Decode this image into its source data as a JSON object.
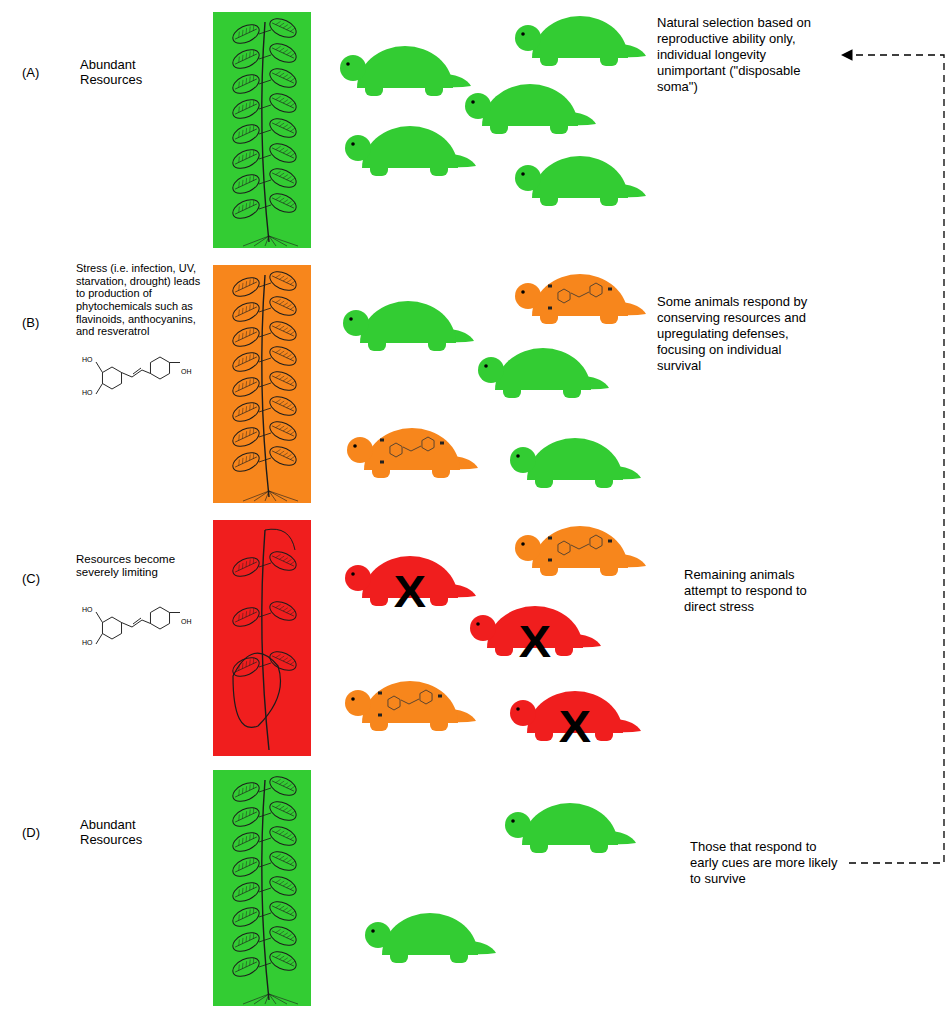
{
  "diagram": {
    "nodes": [
      {
        "text": [
          "Natural selection based on reproductive ability only, individual longevity unimportant (\"disposable soma\")"
        ]
      },
      {
        "text": [
          "Some animals respond by conserving resources and upregulating defenses, focusing on individual survival"
        ]
      },
      {
        "text": [
          "Remaining animals attempt to respond to direct stress"
        ]
      },
      {
        "text": [
          "Those that respond to early cues are more likely to survive"
        ]
      }
    ],
    "edges": [
      {
        "from": 3,
        "to": 0,
        "arrow": "to"
      }
    ],
    "labels": [
      "(A)",
      "Abundant Resources",
      "(B)",
      "Stress (i.e. infection, UV, starvation, drought) leads to production of phytochemicals such as flavinoids, anthocyanins, and resveratrol",
      "HO",
      "HO",
      "OH",
      "(C)",
      "Resources become severely limiting",
      "HO",
      "HO",
      "OH",
      "X",
      "X",
      "X",
      "(D)",
      "Abundant Resources"
    ]
  }
}
